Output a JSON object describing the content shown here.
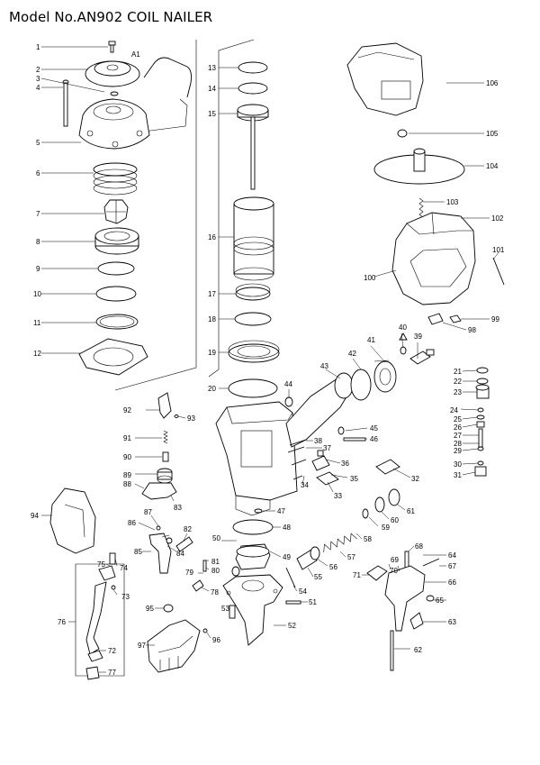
{
  "title": "Model No.AN902 COIL NAILER",
  "callouts": [
    {
      "id": "1",
      "label": "1"
    },
    {
      "id": "2",
      "label": "2"
    },
    {
      "id": "3",
      "label": "3"
    },
    {
      "id": "4",
      "label": "4"
    },
    {
      "id": "5",
      "label": "5"
    },
    {
      "id": "6",
      "label": "6"
    },
    {
      "id": "7",
      "label": "7"
    },
    {
      "id": "8",
      "label": "8"
    },
    {
      "id": "9",
      "label": "9"
    },
    {
      "id": "10",
      "label": "10"
    },
    {
      "id": "11",
      "label": "11"
    },
    {
      "id": "12",
      "label": "12"
    },
    {
      "id": "13",
      "label": "13"
    },
    {
      "id": "14",
      "label": "14"
    },
    {
      "id": "15",
      "label": "15"
    },
    {
      "id": "16",
      "label": "16"
    },
    {
      "id": "17",
      "label": "17"
    },
    {
      "id": "18",
      "label": "18"
    },
    {
      "id": "19",
      "label": "19"
    },
    {
      "id": "20",
      "label": "20"
    },
    {
      "id": "21",
      "label": "21"
    },
    {
      "id": "22",
      "label": "22"
    },
    {
      "id": "23",
      "label": "23"
    },
    {
      "id": "24",
      "label": "24"
    },
    {
      "id": "25",
      "label": "25"
    },
    {
      "id": "26",
      "label": "26"
    },
    {
      "id": "27",
      "label": "27"
    },
    {
      "id": "28",
      "label": "28"
    },
    {
      "id": "29",
      "label": "29"
    },
    {
      "id": "30",
      "label": "30"
    },
    {
      "id": "31",
      "label": "31"
    },
    {
      "id": "32",
      "label": "32"
    },
    {
      "id": "33",
      "label": "33"
    },
    {
      "id": "34",
      "label": "34"
    },
    {
      "id": "35",
      "label": "35"
    },
    {
      "id": "36",
      "label": "36"
    },
    {
      "id": "37",
      "label": "37"
    },
    {
      "id": "38",
      "label": "38"
    },
    {
      "id": "39",
      "label": "39"
    },
    {
      "id": "40",
      "label": "40"
    },
    {
      "id": "41",
      "label": "41"
    },
    {
      "id": "42",
      "label": "42"
    },
    {
      "id": "43",
      "label": "43"
    },
    {
      "id": "44",
      "label": "44"
    },
    {
      "id": "45",
      "label": "45"
    },
    {
      "id": "46",
      "label": "46"
    },
    {
      "id": "47",
      "label": "47"
    },
    {
      "id": "48",
      "label": "48"
    },
    {
      "id": "49",
      "label": "49"
    },
    {
      "id": "50",
      "label": "50"
    },
    {
      "id": "51",
      "label": "51"
    },
    {
      "id": "52",
      "label": "52"
    },
    {
      "id": "53",
      "label": "53"
    },
    {
      "id": "54",
      "label": "54"
    },
    {
      "id": "55",
      "label": "55"
    },
    {
      "id": "56",
      "label": "56"
    },
    {
      "id": "57",
      "label": "57"
    },
    {
      "id": "58",
      "label": "58"
    },
    {
      "id": "59",
      "label": "59"
    },
    {
      "id": "60",
      "label": "60"
    },
    {
      "id": "61",
      "label": "61"
    },
    {
      "id": "62",
      "label": "62"
    },
    {
      "id": "63",
      "label": "63"
    },
    {
      "id": "64",
      "label": "64"
    },
    {
      "id": "65",
      "label": "65"
    },
    {
      "id": "66",
      "label": "66"
    },
    {
      "id": "67",
      "label": "67"
    },
    {
      "id": "68",
      "label": "68"
    },
    {
      "id": "69",
      "label": "69"
    },
    {
      "id": "70",
      "label": "70"
    },
    {
      "id": "71",
      "label": "71"
    },
    {
      "id": "72",
      "label": "72"
    },
    {
      "id": "73",
      "label": "73"
    },
    {
      "id": "74",
      "label": "74"
    },
    {
      "id": "75",
      "label": "75"
    },
    {
      "id": "76",
      "label": "76"
    },
    {
      "id": "77",
      "label": "77"
    },
    {
      "id": "78",
      "label": "78"
    },
    {
      "id": "79",
      "label": "79"
    },
    {
      "id": "80",
      "label": "80"
    },
    {
      "id": "81",
      "label": "81"
    },
    {
      "id": "82",
      "label": "82"
    },
    {
      "id": "83",
      "label": "83"
    },
    {
      "id": "84",
      "label": "84"
    },
    {
      "id": "85",
      "label": "85"
    },
    {
      "id": "86",
      "label": "86"
    },
    {
      "id": "87",
      "label": "87"
    },
    {
      "id": "88",
      "label": "88"
    },
    {
      "id": "89",
      "label": "89"
    },
    {
      "id": "90",
      "label": "90"
    },
    {
      "id": "91",
      "label": "91"
    },
    {
      "id": "92",
      "label": "92"
    },
    {
      "id": "93",
      "label": "93"
    },
    {
      "id": "94",
      "label": "94"
    },
    {
      "id": "95",
      "label": "95"
    },
    {
      "id": "96",
      "label": "96"
    },
    {
      "id": "97",
      "label": "97"
    },
    {
      "id": "98",
      "label": "98"
    },
    {
      "id": "99",
      "label": "99"
    },
    {
      "id": "100",
      "label": "100"
    },
    {
      "id": "101",
      "label": "101"
    },
    {
      "id": "102",
      "label": "102"
    },
    {
      "id": "103",
      "label": "103"
    },
    {
      "id": "104",
      "label": "104"
    },
    {
      "id": "105",
      "label": "105"
    },
    {
      "id": "106",
      "label": "106"
    },
    {
      "id": "A1",
      "label": "A1"
    }
  ]
}
